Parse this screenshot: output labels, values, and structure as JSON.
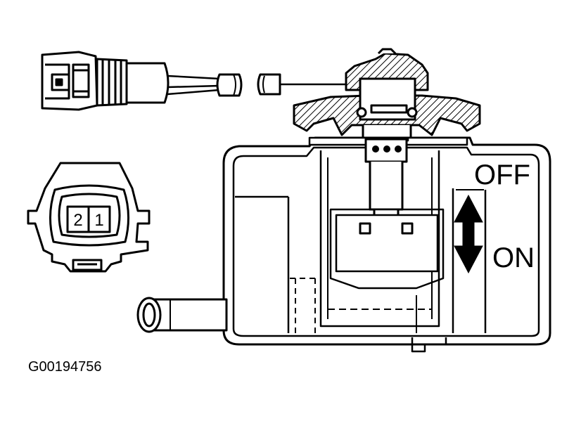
{
  "labels": {
    "off": "OFF",
    "on": "ON",
    "pin_2": "2",
    "pin_1": "1",
    "figure_code": "G00194756"
  },
  "colors": {
    "ink": "#000000",
    "paper": "#ffffff"
  }
}
